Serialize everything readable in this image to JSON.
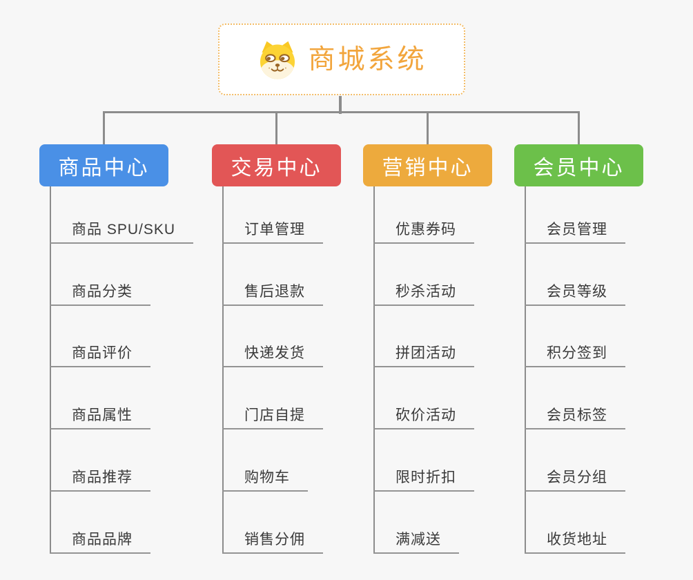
{
  "page": {
    "background_color": "#f7f7f7",
    "connector_color": "#8c8c8c"
  },
  "root": {
    "title": "商城系统",
    "icon": "dog-face-icon",
    "accent_color": "#f2a53c",
    "border_color": "#f3bc66"
  },
  "branches": [
    {
      "label": "商品中心",
      "color": "#4a90e6",
      "children": [
        "商品 SPU/SKU",
        "商品分类",
        "商品评价",
        "商品属性",
        "商品推荐",
        "商品品牌"
      ]
    },
    {
      "label": "交易中心",
      "color": "#e25656",
      "children": [
        "订单管理",
        "售后退款",
        "快递发货",
        "门店自提",
        "购物车",
        "销售分佣"
      ]
    },
    {
      "label": "营销中心",
      "color": "#edaa3d",
      "children": [
        "优惠券码",
        "秒杀活动",
        "拼团活动",
        "砍价活动",
        "限时折扣",
        "满减送"
      ]
    },
    {
      "label": "会员中心",
      "color": "#6cc04a",
      "children": [
        "会员管理",
        "会员等级",
        "积分签到",
        "会员标签",
        "会员分组",
        "收货地址"
      ]
    }
  ]
}
